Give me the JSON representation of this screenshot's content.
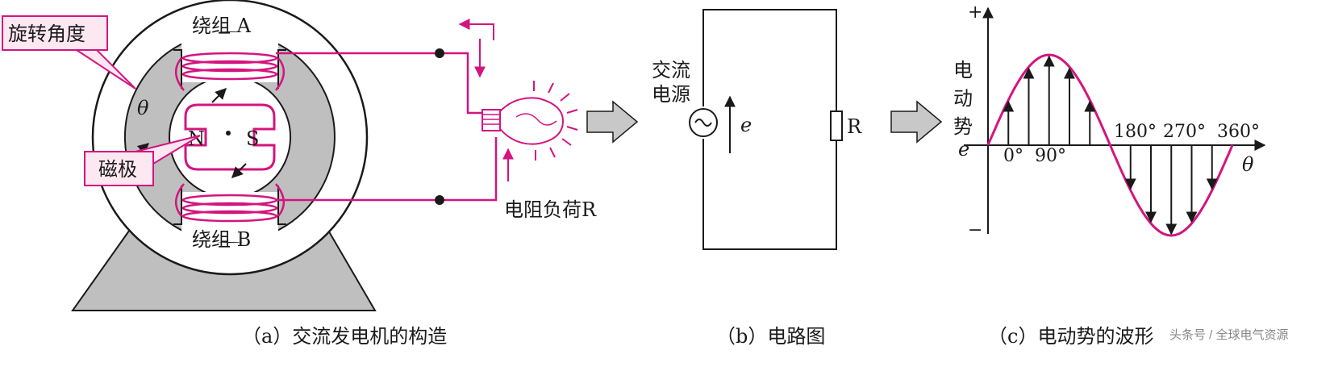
{
  "colors": {
    "magenta": "#d4147f",
    "gray_fill": "#bfbfbf",
    "dark": "#1a1a1a",
    "label_bg": "#fde8f2",
    "arrow_gray": "#c8c8c8"
  },
  "panel_a": {
    "rotation_angle_label": "旋转角度",
    "winding_a": "绕组 A",
    "winding_b": "绕组 B",
    "theta": "θ",
    "pole_n": "N",
    "pole_s": "S",
    "magnetic_pole_label": "磁极",
    "load_label": "电阻负荷R",
    "caption": "（a）交流发电机的构造"
  },
  "panel_b": {
    "source_label_line1": "交流",
    "source_label_line2": "电源",
    "emf_symbol": "e",
    "resistor_label": "R",
    "caption": "（b）电路图"
  },
  "panel_c": {
    "plus": "+",
    "minus": "−",
    "ylabel_chars": [
      "电",
      "动",
      "势"
    ],
    "ylabel_symbol": "e",
    "xlabel": "θ",
    "ticks": [
      "0°",
      "90°",
      "180°",
      "270°",
      "360°"
    ],
    "caption": "（c）电动势的波形",
    "watermark": "头条号 / 全球电气资源"
  },
  "chart_data": {
    "type": "line",
    "title": "",
    "xlabel": "θ",
    "ylabel": "电动势 e",
    "x_ticks": [
      "0°",
      "90°",
      "180°",
      "270°",
      "360°"
    ],
    "series": [
      {
        "x": [
          0,
          30,
          60,
          90,
          120,
          150,
          180,
          210,
          240,
          270,
          300,
          330,
          360
        ],
        "y": [
          0,
          0.5,
          0.866,
          1,
          0.866,
          0.5,
          0,
          -0.5,
          -0.866,
          -1,
          -0.866,
          -0.5,
          0
        ]
      }
    ],
    "ylim": [
      -1,
      1
    ],
    "xlim": [
      0,
      360
    ]
  }
}
